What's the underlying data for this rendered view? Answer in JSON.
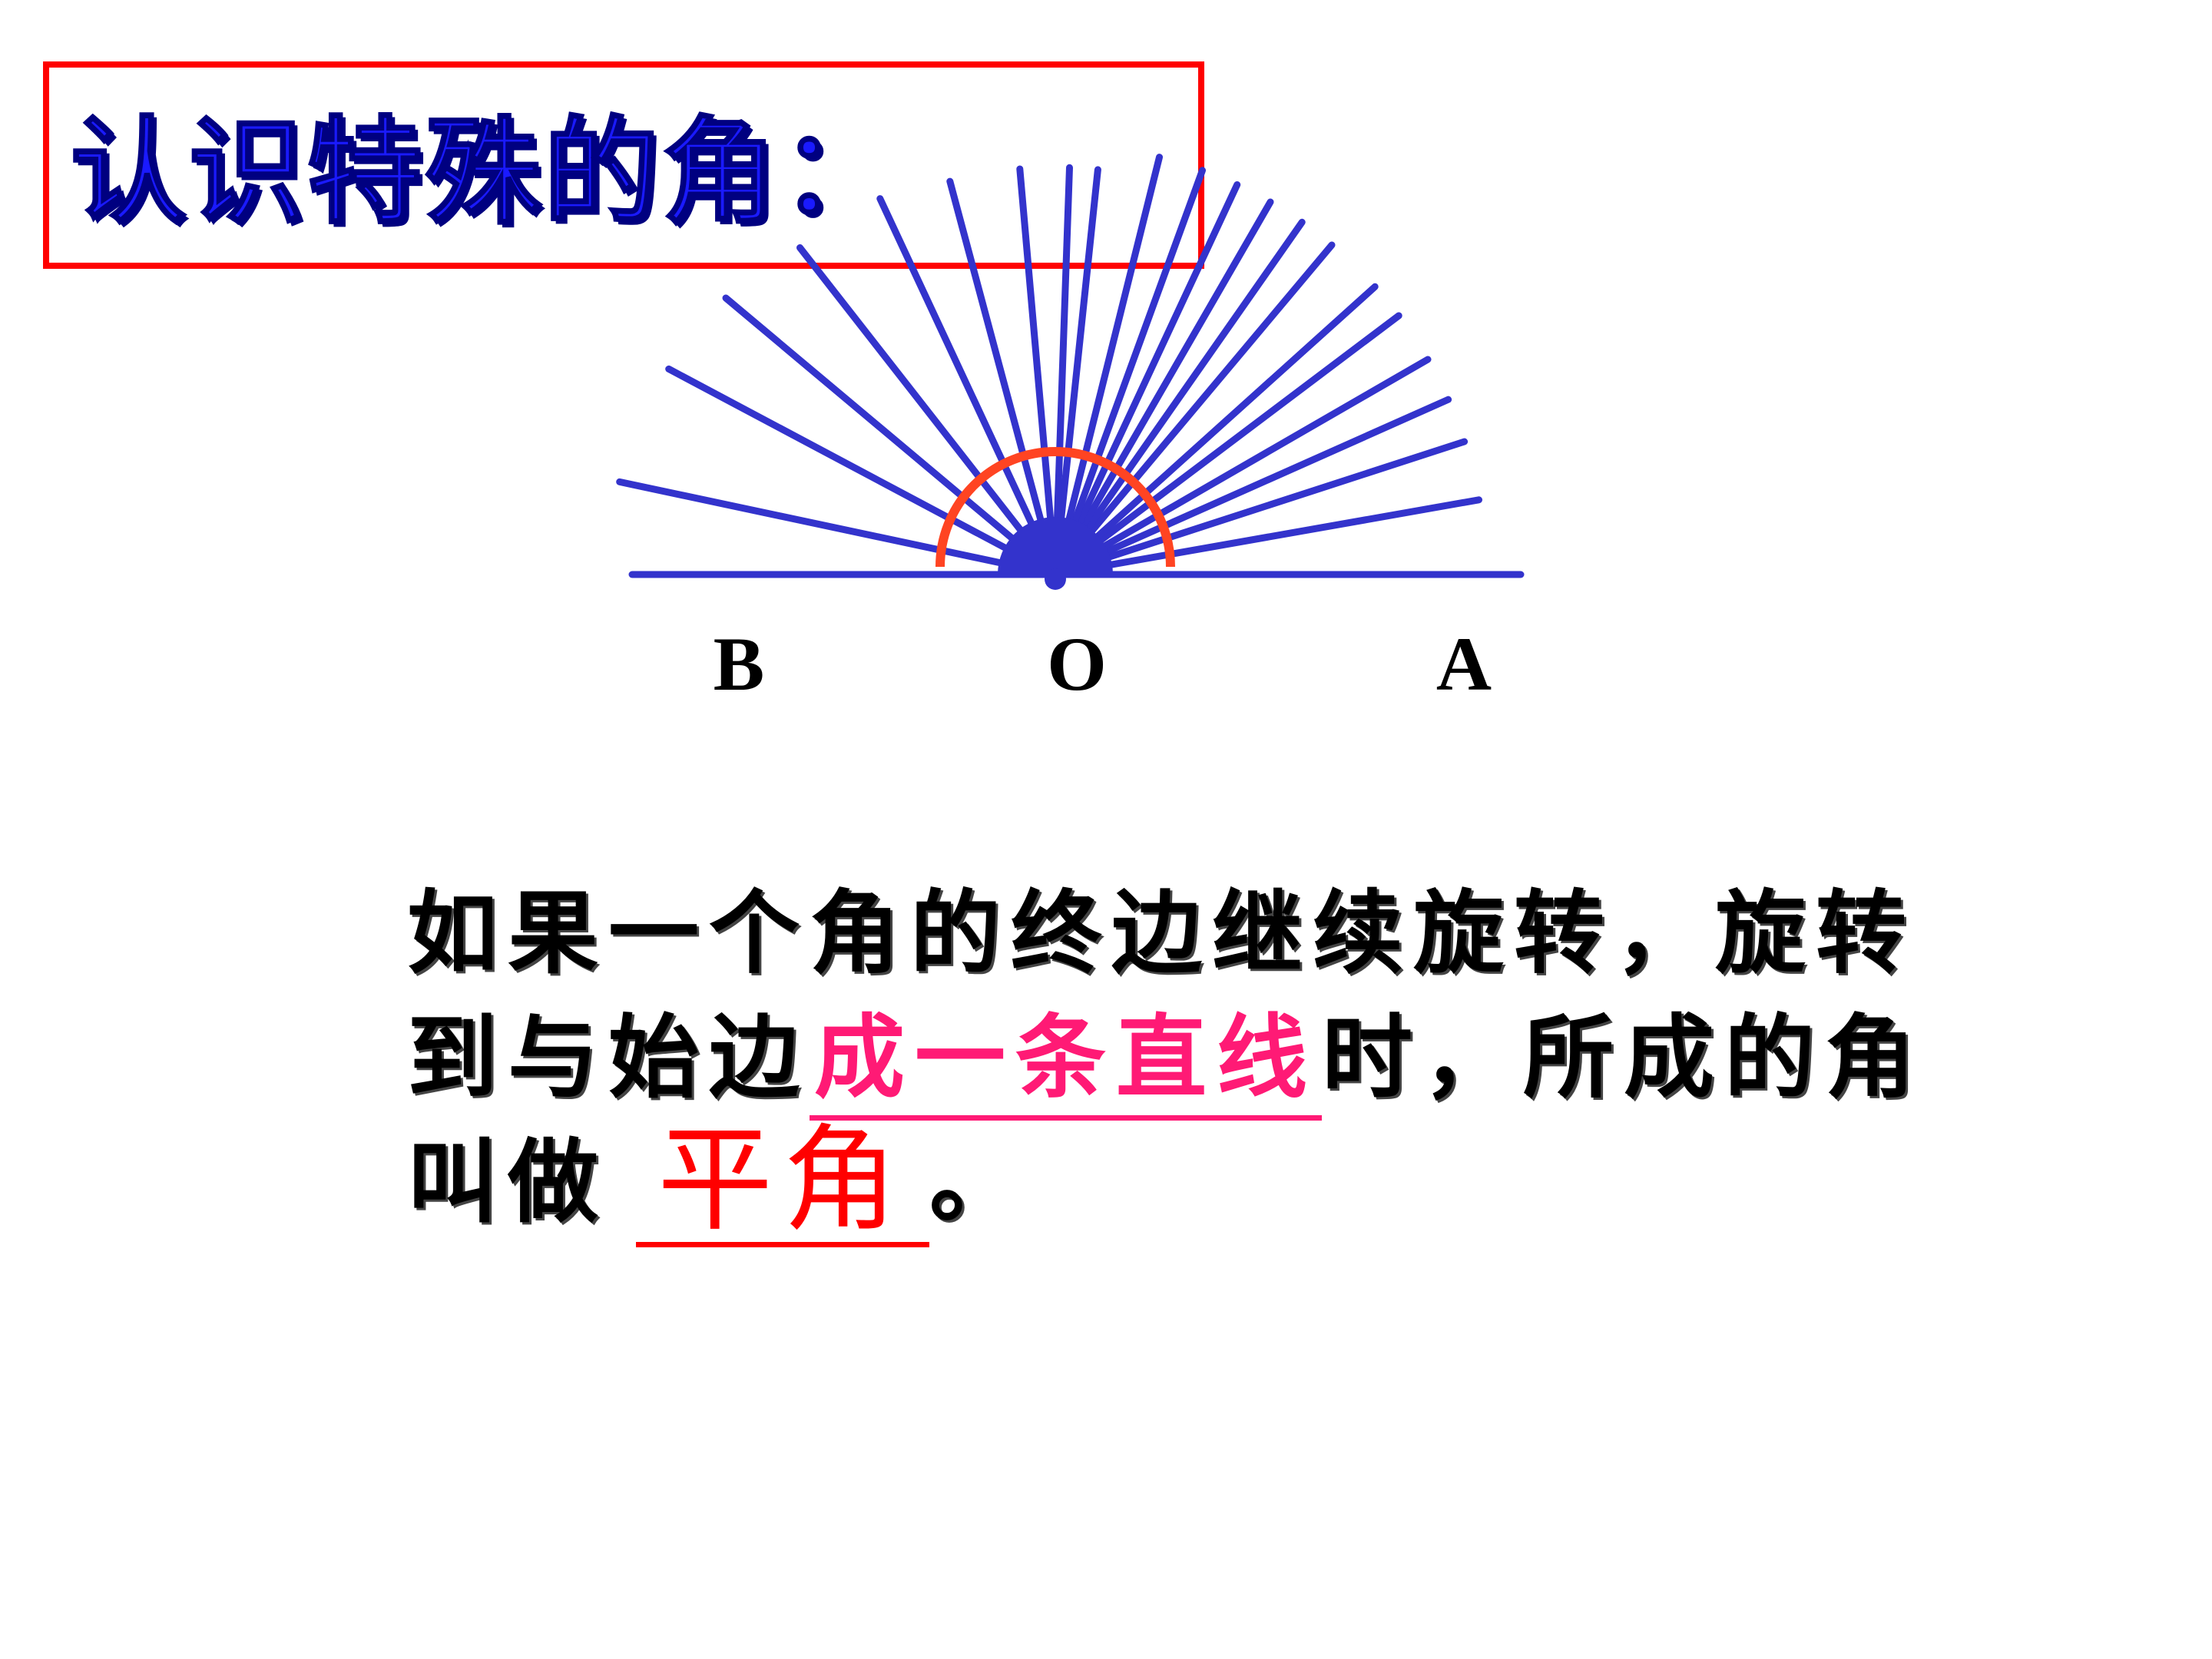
{
  "title": "认识特殊的角：",
  "colors": {
    "title_text": "#1a1aff",
    "title_border": "#ff0000",
    "rays": "#3333cc",
    "arc": "#ff4422",
    "blank_pink": "#ff1a75",
    "blank_red": "#ff0000"
  },
  "diagram": {
    "labels": {
      "B": "B",
      "O": "O",
      "A": "A"
    },
    "ray_angles_deg": [
      10,
      18,
      24,
      30,
      37,
      42,
      50,
      55,
      60,
      65,
      70,
      76,
      84,
      88,
      95,
      105,
      115,
      128,
      140,
      152,
      168,
      180
    ],
    "arc_degrees": 180
  },
  "paragraph": {
    "line1": "如果一个角的终边继续旋转，旋转",
    "line2_prefix": "到与始边",
    "blank1": "成一条直线",
    "line2_suffix": "时，所成的角",
    "line3_prefix": "叫做",
    "blank2": "平角",
    "line3_suffix": "。"
  }
}
